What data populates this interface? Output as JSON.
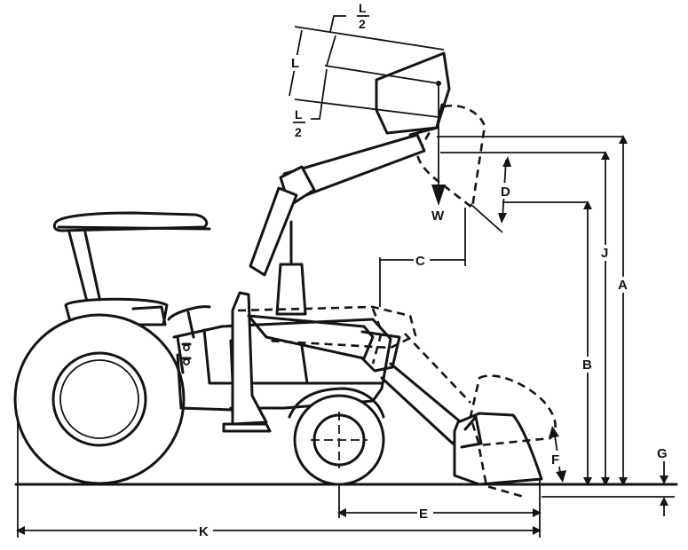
{
  "labels": {
    "a": "A",
    "b": "B",
    "c": "C",
    "d": "D",
    "e": "E",
    "f": "F",
    "g": "G",
    "j": "J",
    "k": "K",
    "l": "L",
    "w": "W",
    "half_num": "L",
    "half_den": "2"
  }
}
